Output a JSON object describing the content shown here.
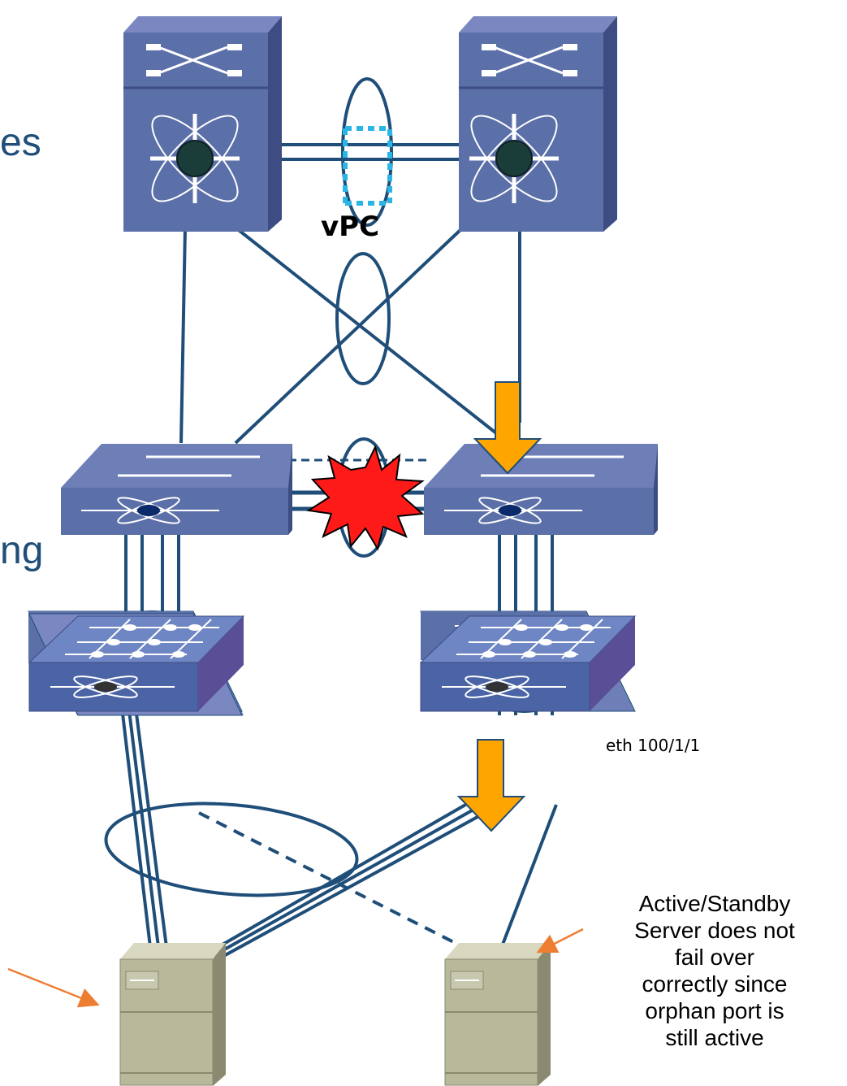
{
  "diagram": {
    "text_fragments": {
      "top": "es",
      "middle": "ng"
    },
    "vpc_label": "vPC",
    "port_label": "eth 100/1/1",
    "note": [
      "Active/Standby",
      "Server does not",
      "fail over",
      "correctly since",
      "orphan port is",
      "still active"
    ],
    "colors": {
      "link": "#1f4e79",
      "device": "#5b6fa8",
      "device_dark": "#3d4c83",
      "server": "#b8b89a",
      "alert": "#ff1a1a",
      "arrow": "#ffa500",
      "peer_link": "#29b6e6",
      "callout_arrow": "#ed7d31"
    }
  }
}
